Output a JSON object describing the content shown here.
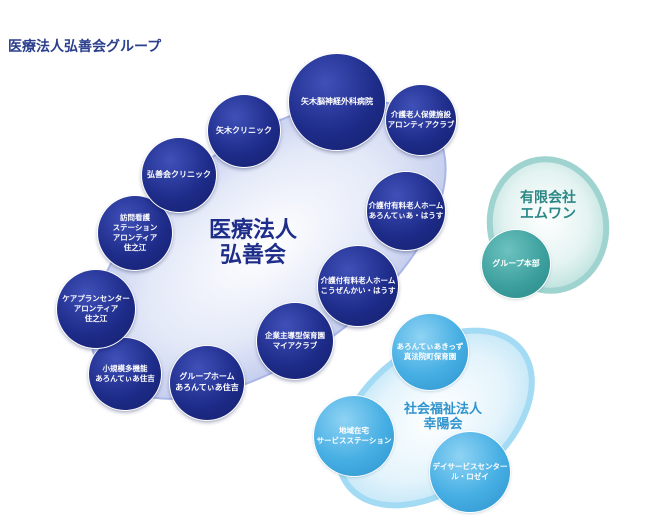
{
  "title": "医療法人弘善会グループ",
  "main_org": {
    "name": "医療法人\n弘善会",
    "members": [
      "矢木脳神経外科病院",
      "介護老人保健施設\nアロンティアクラブ",
      "介護付有料老人ホーム\nあろんてぃあ・はうす",
      "介護付有料老人ホーム\nこうぜんかい・はうす",
      "企業主導型保育園\nマイアクラブ",
      "グループホーム\nあろんてぃあ住吉",
      "小規模多機能\nあろんてぃあ住吉",
      "ケアプランセンター\nアロンティア\n住之江",
      "訪問看護\nステーション\nアロンティア\n住之江",
      "弘善会クリニック",
      "矢木クリニック"
    ]
  },
  "company": {
    "name": "有限会社\nエムワン",
    "member": "グループ本部"
  },
  "welfare": {
    "name": "社会福祉法人\n幸陽会",
    "members": [
      "あろんてぃあきっず\n真法院町保育園",
      "地域在宅\nサービスステーション",
      "デイサービスセンター\nル・ロゼイ"
    ]
  },
  "colors": {
    "title": "#2b3f8c",
    "navy": "#1e2c8a",
    "sky": "#45aee3",
    "teal": "#3a9e9c",
    "main_label": "#1e2c8a",
    "company_label": "#2b8886",
    "welfare_label": "#2f93cc"
  }
}
